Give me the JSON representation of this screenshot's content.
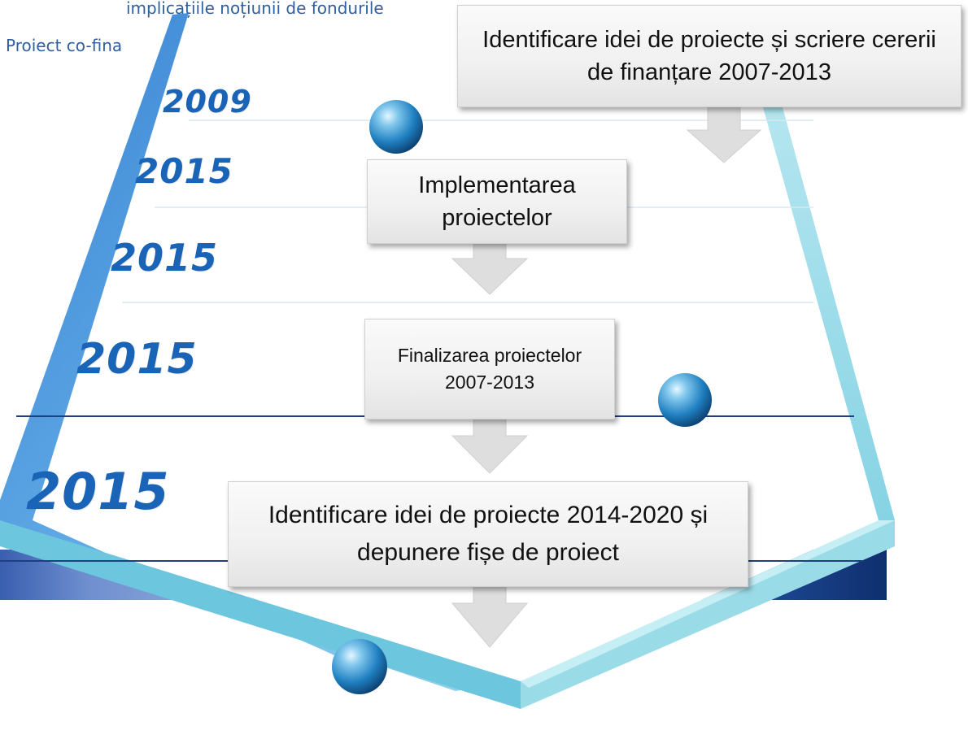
{
  "header": {
    "top_text": "implicațiile noțiunii de fondurile",
    "left_text": "Proiect co-fina"
  },
  "years": [
    "2009",
    "2015",
    "2015",
    "2015",
    "2015"
  ],
  "steps": [
    {
      "label": "Identificare idei de proiecte și scriere cererii de finanțare 2007-2013"
    },
    {
      "label": "Implementarea proiectelor"
    },
    {
      "label": "Finalizarea proiectelor 2007-2013"
    },
    {
      "label": "Identificare idei de proiecte 2014-2020 și depunere fișe de proiect"
    }
  ],
  "colors": {
    "frame_light": "#a9e4ee",
    "frame_blue": "#3f8fd8",
    "year_text": "#1a64b8",
    "band_dark": "#13367a"
  }
}
